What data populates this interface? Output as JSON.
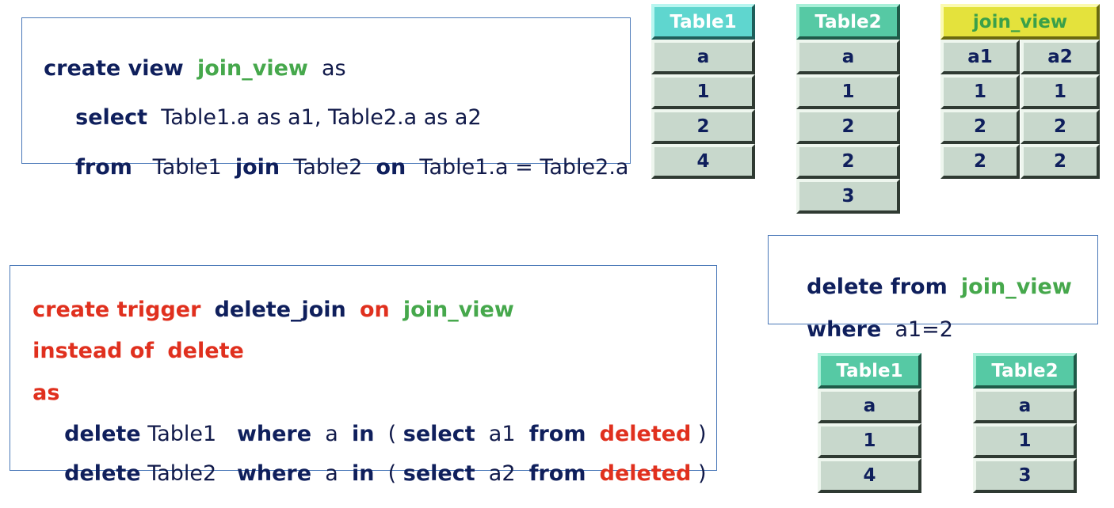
{
  "view_def": {
    "create_view": "create view",
    "view_name": "join_view",
    "as": "as",
    "select": "select",
    "select_cols": "Table1.a as a1, Table2.a as a2",
    "from": "from",
    "t1": "Table1",
    "join": "join",
    "t2": "Table2",
    "on": "on",
    "cond": "Table1.a = Table2.a"
  },
  "trigger_def": {
    "create_trigger": "create trigger",
    "trigger_name": "delete_join",
    "on": "on",
    "target": "join_view",
    "instead_of": "instead of",
    "delete_kw": "delete",
    "as": "as",
    "line4": {
      "delete": "delete",
      "table": "Table1",
      "where": "where",
      "col": "a",
      "in": "in",
      "open": "(",
      "select": "select",
      "sel_col": "a1",
      "from": "from",
      "deleted": "deleted",
      "close": ")"
    },
    "line5": {
      "delete": "delete",
      "table": "Table2",
      "where": "where",
      "col": "a",
      "in": "in",
      "open": "(",
      "select": "select",
      "sel_col": "a2",
      "from": "from",
      "deleted": "deleted",
      "close": ")"
    }
  },
  "delete_stmt": {
    "delete_from": "delete from",
    "target": "join_view",
    "where": "where",
    "cond": "a1=2"
  },
  "tables_before": [
    {
      "title": "Table1",
      "columns": [
        "a"
      ],
      "rows": [
        [
          "1"
        ],
        [
          "2"
        ],
        [
          "4"
        ]
      ]
    },
    {
      "title": "Table2",
      "columns": [
        "a"
      ],
      "rows": [
        [
          "1"
        ],
        [
          "2"
        ],
        [
          "2"
        ],
        [
          "3"
        ]
      ]
    },
    {
      "title": "join_view",
      "columns": [
        "a1",
        "a2"
      ],
      "rows": [
        [
          "1",
          "1"
        ],
        [
          "2",
          "2"
        ],
        [
          "2",
          "2"
        ]
      ]
    }
  ],
  "tables_after": [
    {
      "title": "Table1",
      "columns": [
        "a"
      ],
      "rows": [
        [
          "1"
        ],
        [
          "4"
        ]
      ]
    },
    {
      "title": "Table2",
      "columns": [
        "a"
      ],
      "rows": [
        [
          "1"
        ],
        [
          "3"
        ]
      ]
    }
  ],
  "colors": {
    "keyword": "#0f1f5c",
    "trigger_keyword": "#e0301e",
    "view_name": "#46a84c",
    "header_green": "#56c9a4",
    "header_teal": "#5fd6cf",
    "header_yellow": "#e4e23c",
    "cell": "#c8d8cc"
  }
}
